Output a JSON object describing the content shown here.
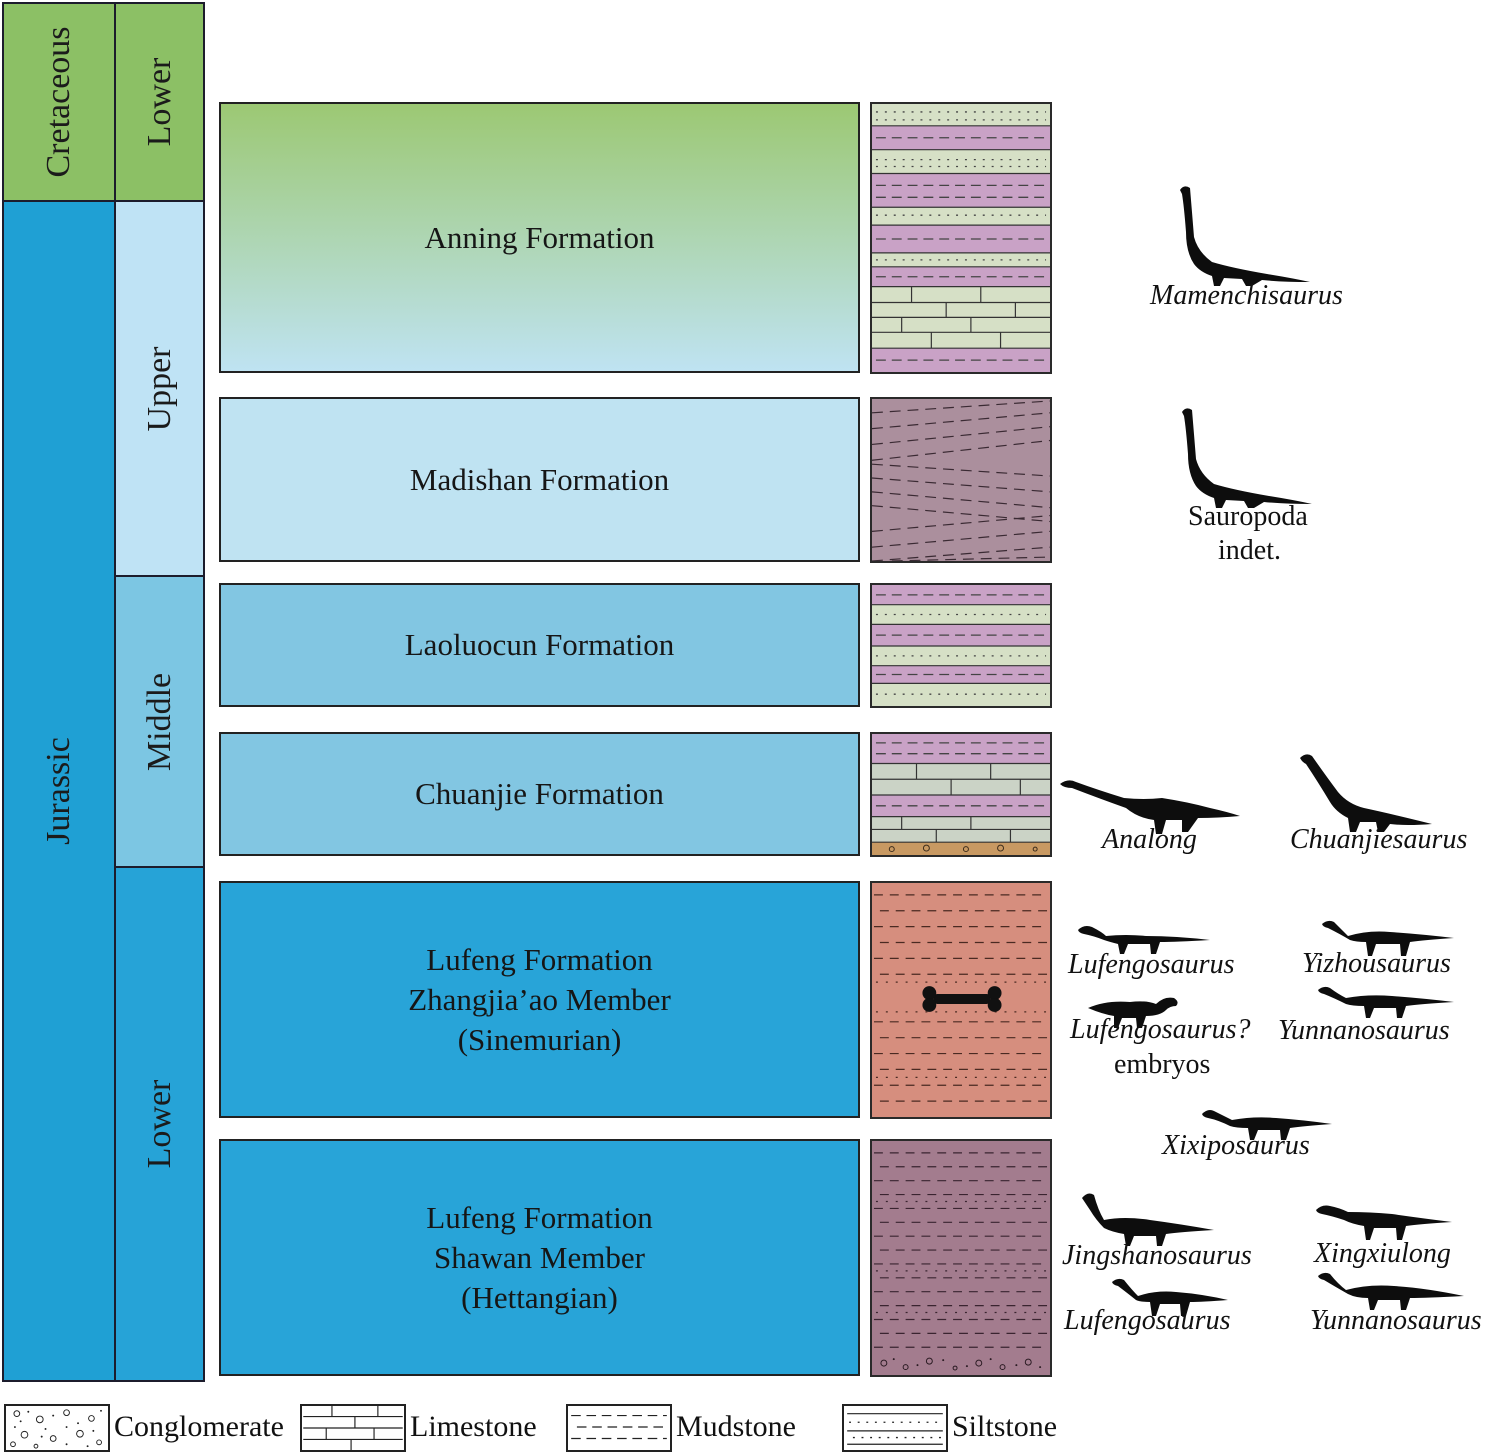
{
  "chronostratigraphy": {
    "periods": [
      {
        "name": "Cretaceous",
        "color": "#8cc065"
      },
      {
        "name": "Jurassic",
        "color": "#1fa0d4"
      }
    ],
    "epochs": [
      {
        "name": "Lower",
        "color": "#8cc065"
      },
      {
        "name": "Upper",
        "color": "#bfe3f5"
      },
      {
        "name": "Middle",
        "color": "#7cc6e3"
      },
      {
        "name": "Lower",
        "color": "#26a3d7"
      }
    ]
  },
  "formations": [
    {
      "lines": [
        "Anning Formation"
      ],
      "fill_top": "#9cc873",
      "fill_bottom": "#bfe3f2"
    },
    {
      "lines": [
        "Madishan Formation"
      ],
      "fill_top": "#bfe3f2",
      "fill_bottom": "#bfe3f2"
    },
    {
      "lines": [
        "Laoluocun Formation"
      ],
      "fill_top": "#82c6e2",
      "fill_bottom": "#82c6e2"
    },
    {
      "lines": [
        "Chuanjie Formation"
      ],
      "fill_top": "#82c6e2",
      "fill_bottom": "#82c6e2"
    },
    {
      "lines": [
        "Lufeng Formation",
        "Zhangjia’ao Member",
        "(Sinemurian)"
      ],
      "fill_top": "#28a4d8",
      "fill_bottom": "#28a4d8"
    },
    {
      "lines": [
        "Lufeng Formation",
        "Shawan Member",
        "(Hettangian)"
      ],
      "fill_top": "#28a4d8",
      "fill_bottom": "#28a4d8"
    }
  ],
  "lithology_colors": {
    "siltstone": "#d6e0c6",
    "mudstone_purple": "#c9a2c6",
    "limestone": "#cbd3c6",
    "madishan": "#ab8f9d",
    "zhangjiaao": "#d68e7e",
    "shawan": "#a37c8e",
    "conglomerate": "#c89962"
  },
  "taxa": {
    "mamenchisaurus": "Mamenchisaurus",
    "sauropoda_line1": "Sauropoda",
    "sauropoda_line2": "indet.",
    "analong": "Analong",
    "chuanjiesaurus": "Chuanjiesaurus",
    "lufengosaurus_upper": "Lufengosaurus",
    "yizhousaurus": "Yizhousaurus",
    "lufengosaurus_embryos_line1": "Lufengosaurus?",
    "lufengosaurus_embryos_line2": "embryos",
    "yunnanosaurus_upper": "Yunnanosaurus",
    "xixiposaurus": "Xixiposaurus",
    "jingshanosaurus": "Jingshanosaurus",
    "xingxiulong": "Xingxiulong",
    "lufengosaurus_lower": "Lufengosaurus",
    "yunnanosaurus_lower": "Yunnanosaurus"
  },
  "legend": [
    {
      "name": "Conglomerate",
      "icon": "conglomerate-pattern"
    },
    {
      "name": "Limestone",
      "icon": "limestone-pattern"
    },
    {
      "name": "Mudstone",
      "icon": "mudstone-pattern"
    },
    {
      "name": "Siltstone",
      "icon": "siltstone-pattern"
    }
  ]
}
